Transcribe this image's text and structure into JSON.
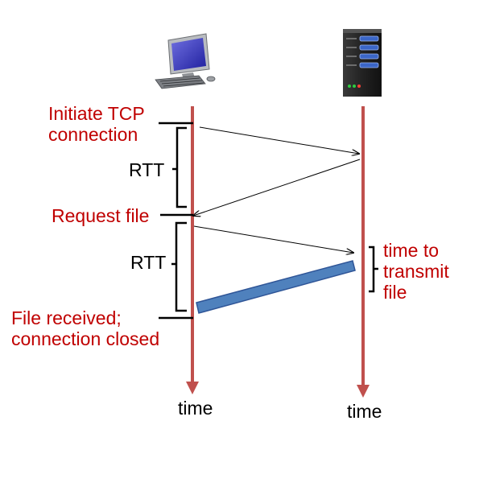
{
  "diagram": {
    "labels": {
      "initiate_tcp_line1": "Initiate TCP",
      "initiate_tcp_line2": "connection",
      "rtt_1": "RTT",
      "request_file": "Request file",
      "rtt_2": "RTT",
      "time_to_transmit_line1": "time to",
      "time_to_transmit_line2": "transmit",
      "time_to_transmit_line3": "file",
      "file_received_line1": "File received;",
      "file_received_line2": "connection closed",
      "time_client": "time",
      "time_server": "time"
    },
    "icons": {
      "client": "desktop-computer-icon",
      "server": "server-tower-icon"
    },
    "colors": {
      "timeline": "#c0504d",
      "label_red": "#c00000",
      "file_transfer_bar": "#4f81bd",
      "arrow": "#000000"
    }
  }
}
